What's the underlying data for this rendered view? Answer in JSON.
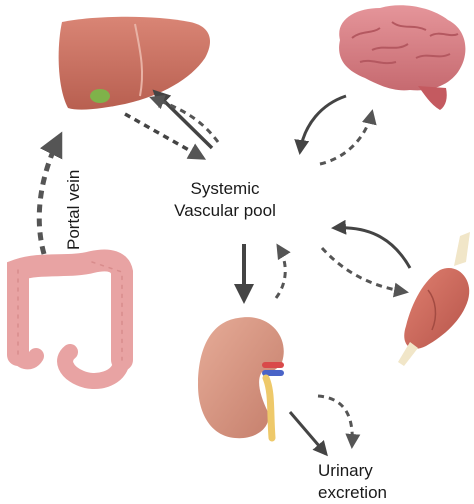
{
  "diagram": {
    "center_label_line1": "Systemic",
    "center_label_line2": "Vascular pool",
    "portal_label": "Portal vein",
    "urinary_label_line1": "Urinary",
    "urinary_label_line2": "excretion"
  },
  "colors": {
    "liver": "#c9705f",
    "brain": "#d97a7f",
    "intestine": "#e8a3a3",
    "kidney": "#d89582",
    "muscle": "#cf6a5c",
    "arrow_solid": "#444444",
    "arrow_dashed": "#555555"
  },
  "icons": [
    "liver-icon",
    "brain-icon",
    "intestine-icon",
    "kidney-icon",
    "muscle-icon"
  ]
}
